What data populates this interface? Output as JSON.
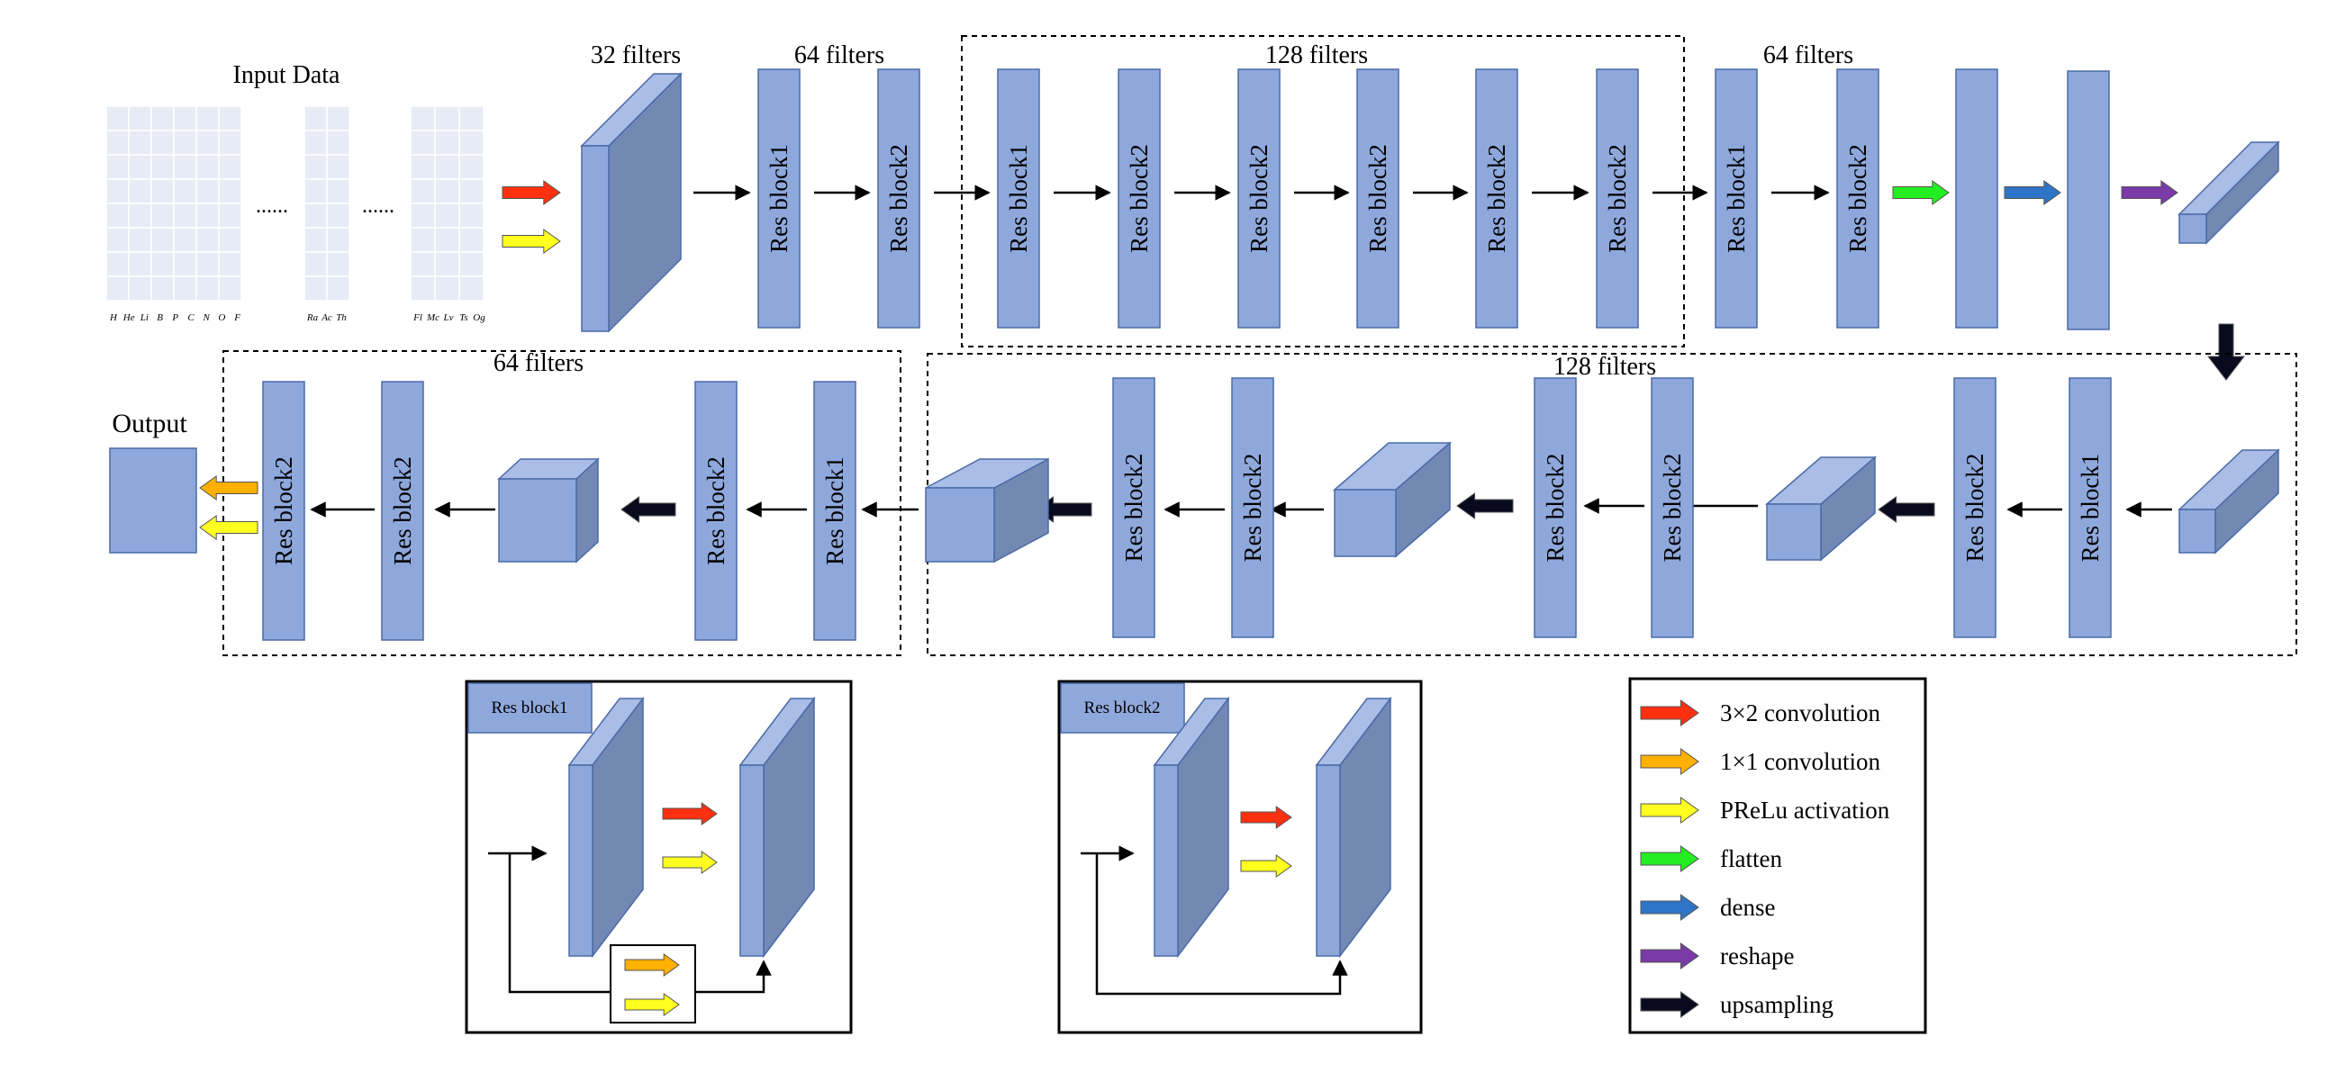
{
  "colors": {
    "block_fill": "#8fa8dc",
    "block_side": "#7389b3",
    "block_top": "#a9bde6",
    "block_stroke": "#4a6aa8",
    "grid_fill": "#e6ebf5",
    "conv3x2": "#ff3010",
    "conv1x1": "#ffb000",
    "prelu": "#ffff20",
    "flatten": "#22ee22",
    "dense": "#2e75c8",
    "reshape": "#7a3aa8",
    "upsampling": "#0a0a1e"
  },
  "input": {
    "title": "Input Data",
    "dots": [
      "......",
      "......"
    ],
    "elements_a": [
      "H",
      "He",
      "Li",
      "B",
      "P",
      "C",
      "N",
      "O",
      "F"
    ],
    "elements_b": [
      "Ra",
      "Ac",
      "Th"
    ],
    "elements_c": [
      "Fl",
      "Mc",
      "Lv",
      "Ts",
      "Og"
    ]
  },
  "top_row": {
    "label_32": "32 filters",
    "label_64_a": "64 filters",
    "label_128": "128 filters",
    "label_64_b": "64 filters",
    "blocks": [
      "Res block1",
      "Res block2",
      "Res block1",
      "Res block2",
      "Res block2",
      "Res block2",
      "Res block2",
      "Res block2",
      "Res block1",
      "Res block2"
    ]
  },
  "middle_row": {
    "label_64": "64 filters",
    "label_128": "128 filters",
    "output": "Output",
    "blocks": [
      "Res block2",
      "Res block2",
      "Res block2",
      "Res block1",
      "Res block2",
      "Res block2",
      "Res block2",
      "Res block2",
      "Res block2",
      "Res block1"
    ]
  },
  "detail_1": {
    "title": "Res block1"
  },
  "detail_2": {
    "title": "Res block2"
  },
  "legend": [
    {
      "label": "3×2 convolution",
      "color": "conv3x2"
    },
    {
      "label": "1×1 convolution",
      "color": "conv1x1"
    },
    {
      "label": "PReLu activation",
      "color": "prelu"
    },
    {
      "label": "flatten",
      "color": "flatten"
    },
    {
      "label": "dense",
      "color": "dense"
    },
    {
      "label": "reshape",
      "color": "reshape"
    },
    {
      "label": "upsampling",
      "color": "upsampling"
    }
  ]
}
